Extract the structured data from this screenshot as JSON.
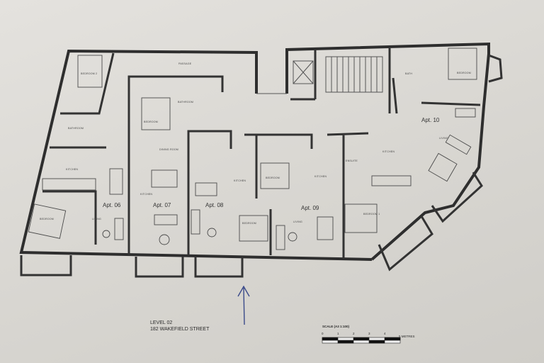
{
  "plan": {
    "apartments": [
      "Apt. 06",
      "Apt. 07",
      "Apt. 08",
      "Apt. 09",
      "Apt. 10"
    ],
    "rooms": {
      "passage": "PASSAGE",
      "bedroom": "BEDROOM",
      "bedroom_1": "BEDROOM 1",
      "bedroom_2": "BEDROOM 2",
      "bathroom": "BATHROOM",
      "kitchen": "KITCHEN",
      "living": "LIVING",
      "dining_room": "DINING ROOM",
      "ensuite": "ENSUITE",
      "bath": "BATH"
    }
  },
  "title_block": {
    "level": "LEVEL 02",
    "address": "182 WAKEFIELD STREET"
  },
  "scale_bar": {
    "label": "SCALE  (A3 1:100)",
    "ticks": [
      "0",
      "1",
      "2",
      "3",
      "4",
      "5 METRES"
    ]
  },
  "annotation": {
    "type": "hand-drawn arrow",
    "color": "#3a4a8a"
  }
}
